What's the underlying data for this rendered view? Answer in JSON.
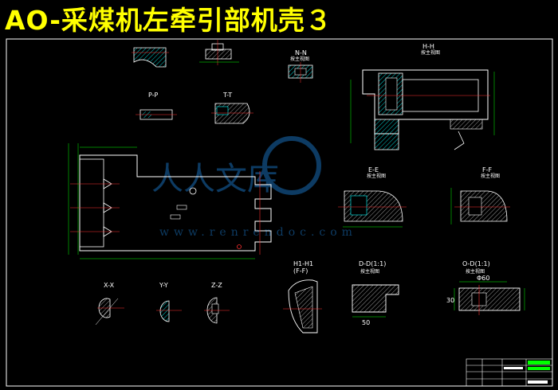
{
  "drawing": {
    "title": "AO-采煤机左牵引部机壳３",
    "watermark": {
      "brand": "人人文库",
      "url": "www.renrendoc.com"
    },
    "section_labels": {
      "nn": "N-N",
      "hh": "H-H",
      "pp": "P-P",
      "tt": "T-T",
      "ee": "E-E",
      "ff": "F-F",
      "xx": "X-X",
      "yy": "Y-Y",
      "zz": "Z-Z",
      "h1": "H1-H1",
      "h1_sub": "(F-F)",
      "dd": "D-D(1:1)",
      "od": "O-D(1:1)"
    },
    "sub_labels": {
      "rotated": "按主视图",
      "rotated2": "按主视图"
    },
    "dimensions": {
      "d_width": "50",
      "od_dia": "Φ60",
      "od_height": "30"
    },
    "colors": {
      "background": "#000000",
      "title": "#ffff00",
      "outline": "#ffffff",
      "hatch": "#00ffff",
      "center": "#ff3030",
      "dim": "#00ff00",
      "part": "#4060ff",
      "watermark": "#0d3b63"
    }
  }
}
